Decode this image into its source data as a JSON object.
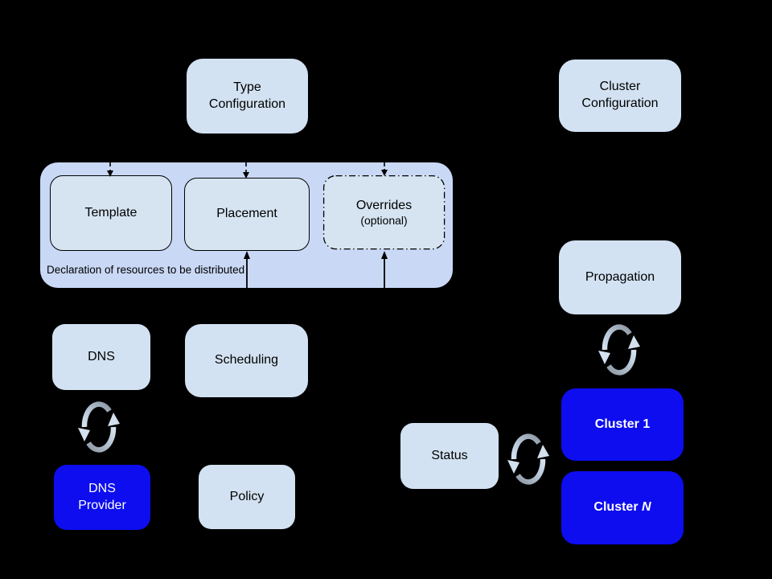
{
  "diagram": {
    "type_configuration": "Type\nConfiguration",
    "cluster_configuration": "Cluster\nConfiguration",
    "resource_group": {
      "template": "Template",
      "placement": "Placement",
      "overrides": "Overrides",
      "overrides_note": "(optional)",
      "caption": "Declaration of resources to be distributed"
    },
    "dns": "DNS",
    "scheduling": "Scheduling",
    "dns_provider": "DNS\nProvider",
    "policy": "Policy",
    "propagation": "Propagation",
    "status": "Status",
    "cluster_1": "Cluster 1",
    "cluster_n_prefix": "Cluster ",
    "cluster_n_suffix": "N"
  },
  "icons": {
    "sync_icon": "circular-sync-arrows"
  },
  "colors": {
    "background": "#000000",
    "box_light": "#d3e2f2",
    "group_fill": "#c9d8f5",
    "box_blue": "#0d0df0",
    "text_dark": "#000000",
    "text_light": "#ffffff",
    "sync_gray": "#8e98a3",
    "sync_light": "#d7e3f0"
  }
}
